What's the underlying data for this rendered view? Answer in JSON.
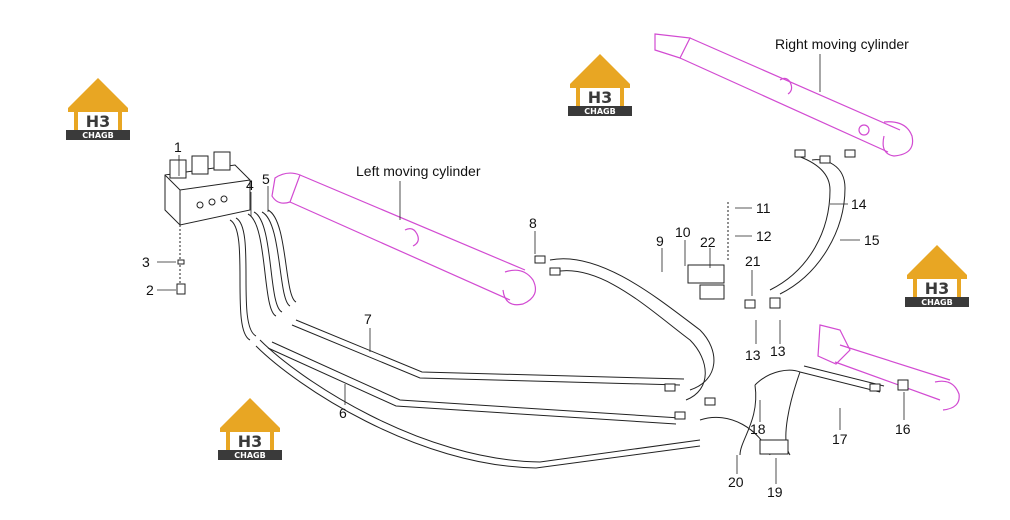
{
  "captions": {
    "right_cylinder": "Right moving cylinder",
    "left_cylinder": "Left moving cylinder"
  },
  "logo": {
    "main": "H3",
    "sub": "CHAGB"
  },
  "callouts": {
    "p1": "1",
    "p2": "2",
    "p3": "3",
    "p4": "4",
    "p5": "5",
    "p6": "6",
    "p7": "7",
    "p8": "8",
    "p9": "9",
    "p10": "10",
    "p11": "11",
    "p12": "12",
    "p13a": "13",
    "p13b": "13",
    "p14": "14",
    "p15": "15",
    "p16": "16",
    "p17": "17",
    "p18": "18",
    "p19": "19",
    "p20": "20",
    "p21": "21",
    "p22": "22"
  },
  "colors": {
    "cylinder": "#d24bd2",
    "hose": "#222222",
    "logo_gold": "#e8a623",
    "logo_dark": "#3a3a3a"
  }
}
